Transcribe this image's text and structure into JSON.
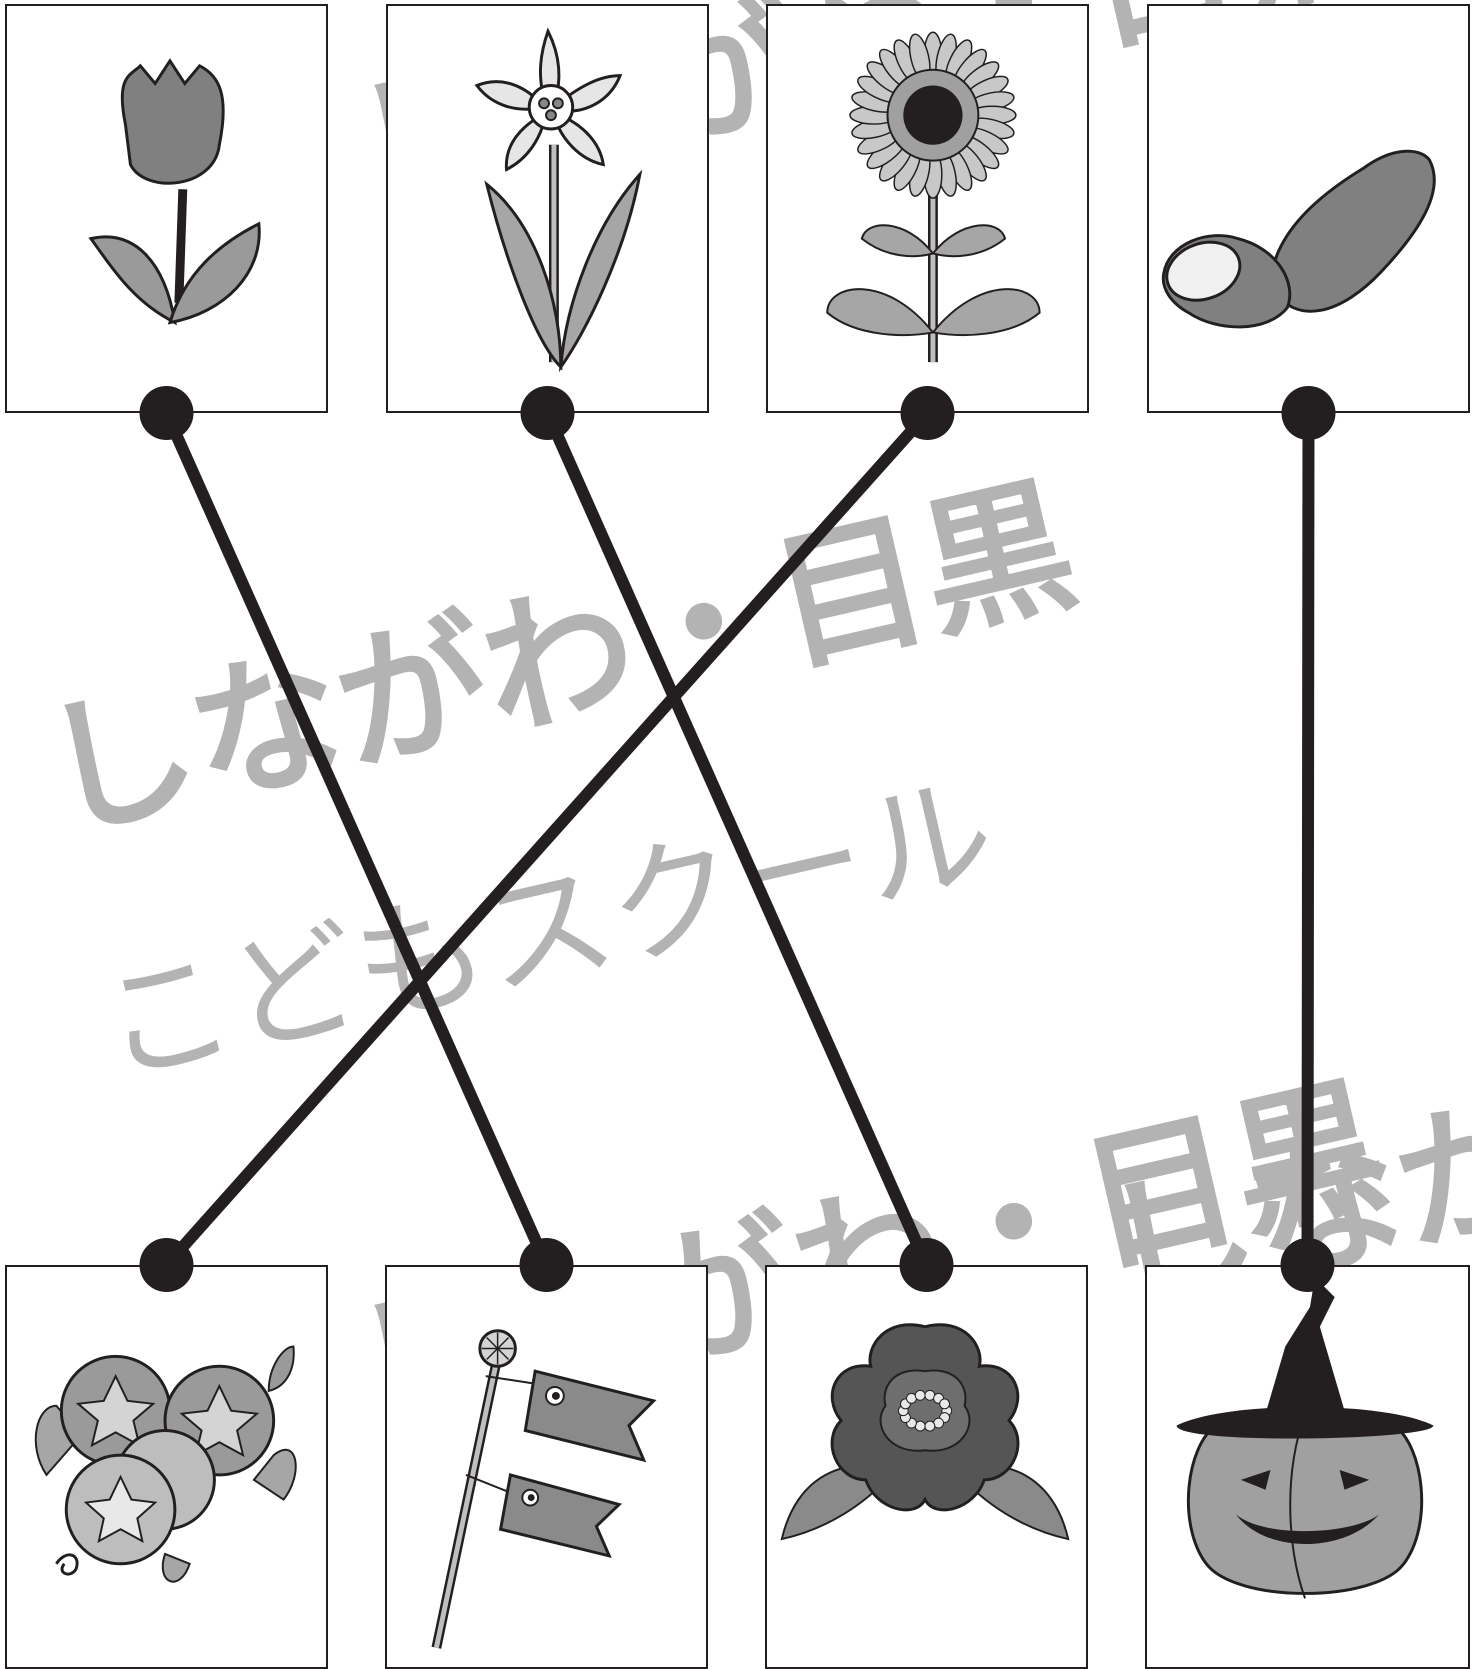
{
  "watermark": {
    "line1": "しながわ・目黒",
    "line2": "こどもスクール"
  },
  "top_row": [
    {
      "id": "tulip",
      "icon": "tulip-icon"
    },
    {
      "id": "daffodil",
      "icon": "daffodil-icon"
    },
    {
      "id": "sunflower",
      "icon": "sunflower-icon"
    },
    {
      "id": "sweet-potato",
      "icon": "sweet-potato-icon"
    }
  ],
  "bottom_row": [
    {
      "id": "morning-glory",
      "icon": "morning-glory-icon"
    },
    {
      "id": "koinobori",
      "icon": "koinobori-icon"
    },
    {
      "id": "camellia",
      "icon": "camellia-icon"
    },
    {
      "id": "jack-o-lantern",
      "icon": "jack-o-lantern-icon"
    }
  ],
  "connections": [
    {
      "from": "tulip",
      "to": "koinobori"
    },
    {
      "from": "daffodil",
      "to": "camellia"
    },
    {
      "from": "sunflower",
      "to": "morning-glory"
    },
    {
      "from": "sweet-potato",
      "to": "jack-o-lantern"
    }
  ],
  "colors": {
    "line": "#231f20",
    "watermark": "#b3b3b3",
    "card_border": "#231f20"
  }
}
